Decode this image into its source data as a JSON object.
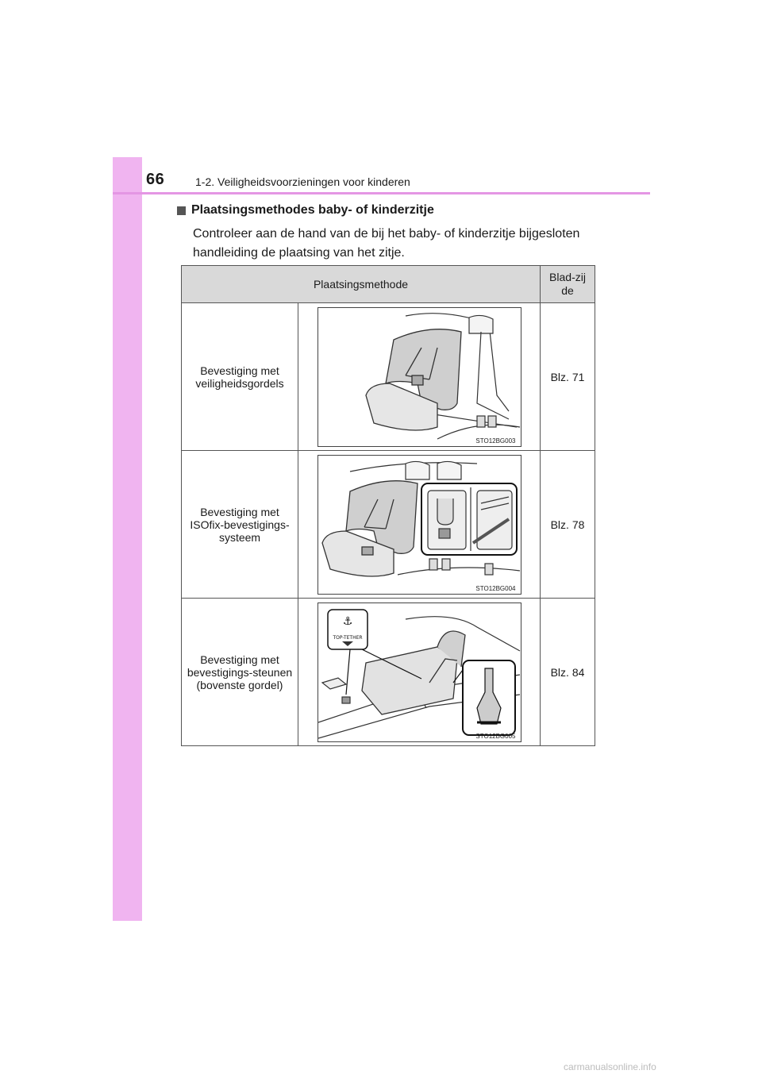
{
  "header": {
    "page_number": "66",
    "section": "1-2. Veiligheidsvoorzieningen voor kinderen"
  },
  "heading": "Plaatsingsmethodes baby- of kinderzitje",
  "intro": "Controleer aan de hand van de bij het baby- of kinderzitje bijgesloten handleiding de plaatsing van het zitje.",
  "table": {
    "col_method": "Plaatsingsmethode",
    "col_page": "Blad-zijde",
    "rows": [
      {
        "method": "Bevestiging met veiligheidsgordels",
        "code": "STO12BG003",
        "page": "Blz. 71"
      },
      {
        "method": "Bevestiging met ISOfix-bevestigings-systeem",
        "code": "STO12BG004",
        "page": "Blz. 78"
      },
      {
        "method": "Bevestiging met bevestigings-steunen (bovenste gordel)",
        "code": "STO12BG005",
        "page": "Blz. 84"
      }
    ]
  },
  "tether_label": "TOP-TETHER",
  "watermark": "carmanualsonline.info",
  "colors": {
    "side_tab": "#f0b4f0",
    "header_rule": "#e496e4",
    "table_header": "#d9d9d9"
  }
}
